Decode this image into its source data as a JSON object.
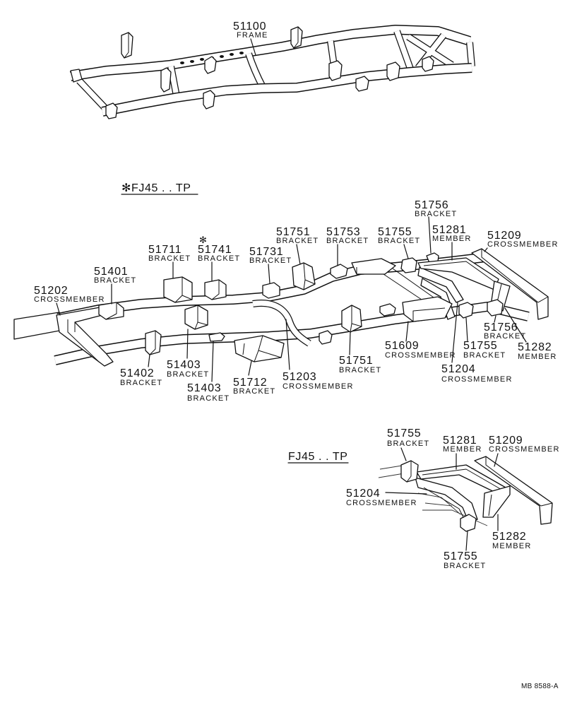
{
  "diagram": {
    "frame": {
      "part_no": "51100",
      "name": "FRAME"
    },
    "variant_star": {
      "label": "✻FJ45 . . TP",
      "mark": "✻",
      "parts": [
        {
          "part_no": "51756",
          "name": "BRACKET"
        },
        {
          "part_no": "51751",
          "name": "BRACKET"
        },
        {
          "part_no": "51753",
          "name": "BRACKET"
        },
        {
          "part_no": "51755",
          "name": "BRACKET"
        },
        {
          "part_no": "51281",
          "name": "MEMBER"
        },
        {
          "part_no": "51209",
          "name": "CROSSMEMBER"
        },
        {
          "part_no": "51711",
          "name": "BRACKET"
        },
        {
          "part_no": "51741",
          "name": "BRACKET"
        },
        {
          "part_no": "51731",
          "name": "BRACKET"
        },
        {
          "part_no": "51401",
          "name": "BRACKET"
        },
        {
          "part_no": "51202",
          "name": "CROSSMEMBER"
        },
        {
          "part_no": "51756",
          "name": "BRACKET"
        },
        {
          "part_no": "51609",
          "name": "CROSSMEMBER"
        },
        {
          "part_no": "51755",
          "name": "BRACKET"
        },
        {
          "part_no": "51282",
          "name": "MEMBER"
        },
        {
          "part_no": "51402",
          "name": "BRACKET"
        },
        {
          "part_no": "51403",
          "name": "BRACKET"
        },
        {
          "part_no": "51203",
          "name": "CROSSMEMBER"
        },
        {
          "part_no": "51751",
          "name": "BRACKET"
        },
        {
          "part_no": "51204",
          "name": "CROSSMEMBER"
        },
        {
          "part_no": "51712",
          "name": "BRACKET"
        },
        {
          "part_no": "51403",
          "name": "BRACKET"
        }
      ]
    },
    "variant_plain": {
      "label": "FJ45 . . TP",
      "parts": [
        {
          "part_no": "51755",
          "name": "BRACKET"
        },
        {
          "part_no": "51281",
          "name": "MEMBER"
        },
        {
          "part_no": "51209",
          "name": "CROSSMEMBER"
        },
        {
          "part_no": "51204",
          "name": "CROSSMEMBER"
        },
        {
          "part_no": "51282",
          "name": "MEMBER"
        },
        {
          "part_no": "51755",
          "name": "BRACKET"
        }
      ]
    },
    "drawing_code": "MB 8588-A"
  }
}
